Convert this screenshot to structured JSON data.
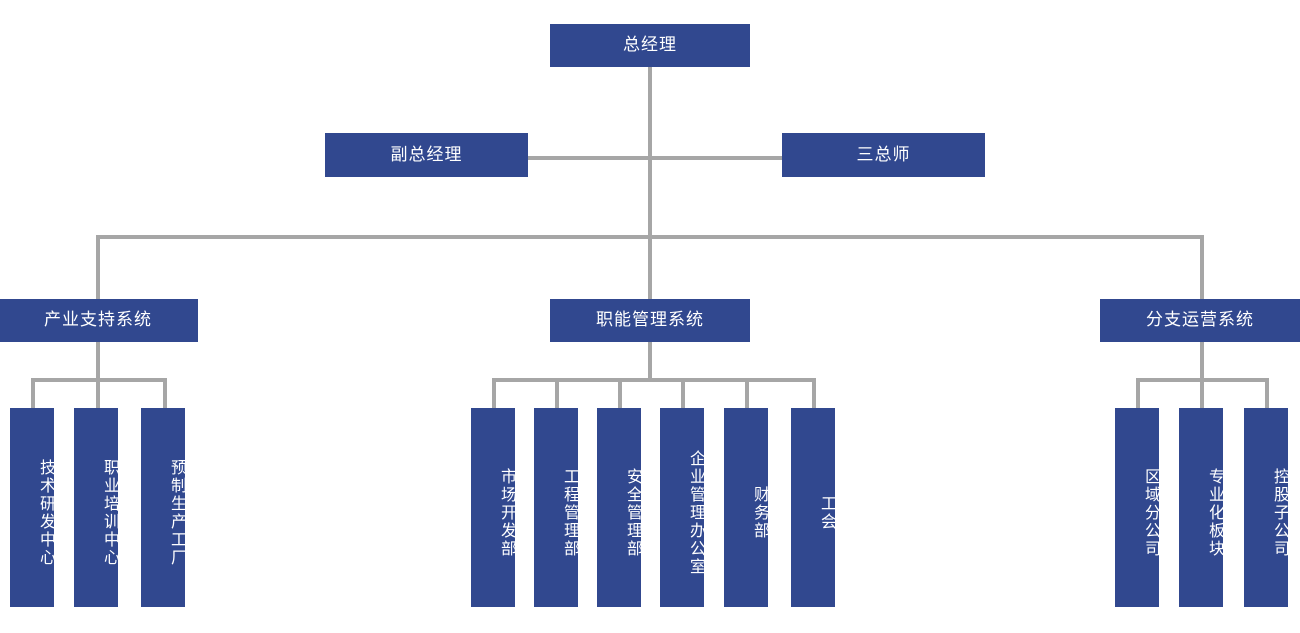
{
  "chart_data": {
    "type": "diagram",
    "title": "组织架构图",
    "orientation": "top-down",
    "colors": {
      "node_fill": "#31488f",
      "node_text": "#ffffff",
      "connector": "#a6a6a6",
      "background": "#ffffff"
    },
    "levels": [
      {
        "level": 1,
        "nodes": [
          "总经理"
        ]
      },
      {
        "level": 2,
        "nodes": [
          "副总经理",
          "三总师"
        ]
      },
      {
        "level": 3,
        "nodes": [
          "产业支持系统",
          "职能管理系统",
          "分支运营系统"
        ]
      },
      {
        "level": 4,
        "nodes": [
          "技术研发中心",
          "职业培训中心",
          "预制生产工厂",
          "市场开发部",
          "工程管理部",
          "安全管理部",
          "企业管理办公室",
          "财务部",
          "工会",
          "区域分公司",
          "专业化板块",
          "控股子公司"
        ]
      }
    ]
  },
  "root": {
    "label": "总经理"
  },
  "row2": {
    "left": "副总经理",
    "right": "三总师"
  },
  "systems": [
    {
      "label": "产业支持系统"
    },
    {
      "label": "职能管理系统"
    },
    {
      "label": "分支运营系统"
    }
  ],
  "support_units": [
    {
      "label": "技术研发中心"
    },
    {
      "label": "职业培训中心"
    },
    {
      "label": "预制生产工厂"
    }
  ],
  "function_units": [
    {
      "label": "市场开发部"
    },
    {
      "label": "工程管理部"
    },
    {
      "label": "安全管理部"
    },
    {
      "label": "企业管理办公室"
    },
    {
      "label": "财务部"
    },
    {
      "label": "工会"
    }
  ],
  "branch_units": [
    {
      "label": "区域分公司"
    },
    {
      "label": "专业化板块"
    },
    {
      "label": "控股子公司"
    }
  ]
}
